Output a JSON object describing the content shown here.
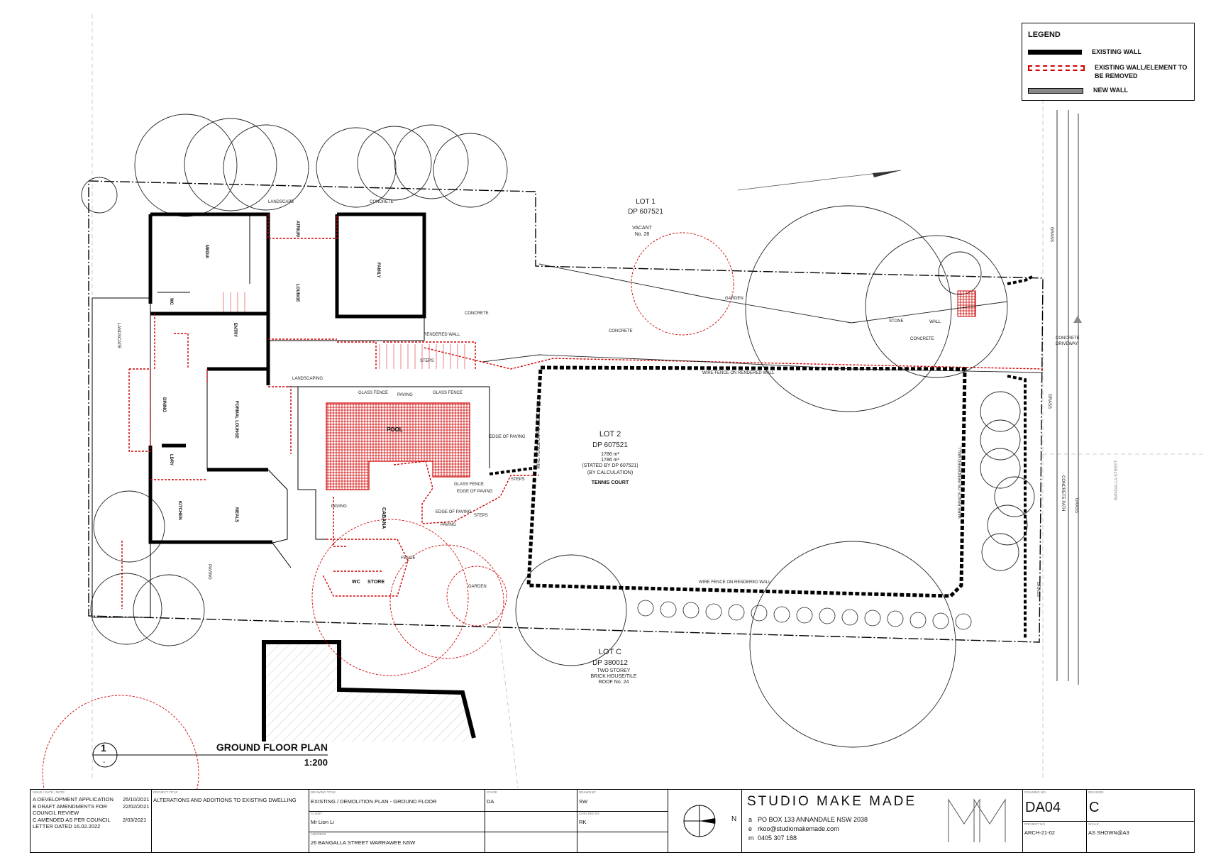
{
  "legend": {
    "title": "LEGEND",
    "items": [
      {
        "label": "EXISTING WALL"
      },
      {
        "label": "EXISTING WALL/ELEMENT TO BE REMOVED"
      },
      {
        "label": "NEW WALL"
      }
    ]
  },
  "plan_title": {
    "number": "1",
    "sub": "-",
    "title": "GROUND FLOOR PLAN",
    "scale": "1:200"
  },
  "lots": {
    "lot1": {
      "name": "LOT 1",
      "dp": "DP 607521",
      "note1": "VACANT",
      "note2": "No. 28"
    },
    "lot2": {
      "name": "LOT 2",
      "dp": "DP 607521",
      "area1": "1786 m²",
      "area2": "1786 m²",
      "note1": "(STATED BY DP 607521)",
      "note2": "(BY CALCULATION)",
      "use": "TENNIS COURT"
    },
    "lotc": {
      "name": "LOT C",
      "dp": "DP 380012",
      "note1": "TWO STOREY",
      "note2": "BRICK HOUSE/TILE",
      "note3": "ROOF No. 24"
    }
  },
  "rooms": {
    "media": "MEDIA",
    "atrium": "ATRIUM",
    "lounge": "LOUNGE",
    "family": "FAMILY",
    "wc": "WC",
    "entry": "ENTRY",
    "dining": "DINING",
    "formal_lounge": "FORMAL LOUNGE",
    "lndry": "LDRY",
    "kitchen": "KITCHEN",
    "meals": "MEALS",
    "pool": "POOL",
    "cabana": "CABANA",
    "wc2": "WC",
    "store": "STORE"
  },
  "site_labels": {
    "landscape_top": "LANDSCAPE",
    "concrete_top": "CONCRETE",
    "landscape_left": "LANDSCAPE",
    "concrete_mid": "CONCRETE",
    "concrete_mid2": "CONCRETE",
    "concrete_right": "CONCRETE",
    "rendered_wall": "RENDERED WALL",
    "steps": "STEPS",
    "landscaping": "LANDSCAPING",
    "glass_fence": "GLASS FENCE",
    "paving1": "PAVING",
    "glass_fence2": "GLASS FENCE",
    "edge_paving1": "EDGE OF PAVING",
    "edge_paving2": "EDGE OF PAVING",
    "edge_paving3": "EDGE OF PAVING",
    "glass_fence3": "GLASS FENCE",
    "steps2": "STEPS",
    "steps3": "STEPS",
    "paving2": "PAVING",
    "paving3": "PAVING",
    "paving4": "PAVING",
    "fence": "FENCE",
    "garden1": "GARDEN",
    "garden2": "GARDEN",
    "stone": "STONE",
    "wall": "WALL",
    "wire_top": "WIRE FENCE ON RENDERED WALL",
    "wire_bottom": "WIRE FENCE ON RENDERED WALL",
    "wire_left": "WIRE FENCE ON RENDERED WALL",
    "wire_right": "WIRE FENCE ON RENDERED WALL",
    "concrete_driveway1": "CONCRETE",
    "concrete_driveway2": "DRIVEWAY",
    "grass1": "GRASS",
    "grass2": "GRASS",
    "grass3": "GRASS",
    "grass4": "GRASS",
    "concrete_path": "CONCRETE PATH",
    "street": "BANGALLA STREET"
  },
  "title_block": {
    "issues_header": "ISSUE / DATE / NOTE",
    "issues": [
      {
        "text": "A DEVELOPMENT APPLICATION",
        "date": "25/10/2021"
      },
      {
        "text": "B DRAFT AMENDMENTS FOR COUNCIL REVIEW",
        "date": "22/02/2021"
      },
      {
        "text": "C AMENDED AS PER COUNCIL LETTER DATED 16.02.2022",
        "date": "2/03/2021"
      }
    ],
    "project_title_label": "PROJECT TITLE",
    "project_title": "ALTERATIONS AND ADDITIONS TO EXISTING DWELLING",
    "drawing_title_label": "DRAWING TITLE",
    "drawing_title": "EXISTING / DEMOLITION PLAN - GROUND FLOOR",
    "client_label": "CLIENT",
    "client": "Mr Lion Li",
    "address_label": "ADDRESS",
    "address": "26 BANGALLA STREET WARRAWEE NSW",
    "stage_label": "STAGE",
    "stage": "DA",
    "drawn_label": "DRAWN BY",
    "drawn": "SW",
    "checked_label": "CHECKED BY",
    "checked": "RK",
    "north_label": "N",
    "studio_name": "STUDIO MAKE MADE",
    "contact_a_key": "a",
    "contact_a": "PO BOX 133 ANNANDALE NSW 2038",
    "contact_e_key": "e",
    "contact_e": "rkoo@studiomakemade.com",
    "contact_m_key": "m",
    "contact_m": "0405 307 188",
    "drawing_no_label": "DRAWING NO.",
    "drawing_no": "DA04",
    "revision_label": "REVISION",
    "revision": "C",
    "project_no_label": "PROJECT NO.",
    "project_no": "ARCH-21-02",
    "scale_label": "SCALE",
    "scale": "AS SHOWN@A3"
  }
}
